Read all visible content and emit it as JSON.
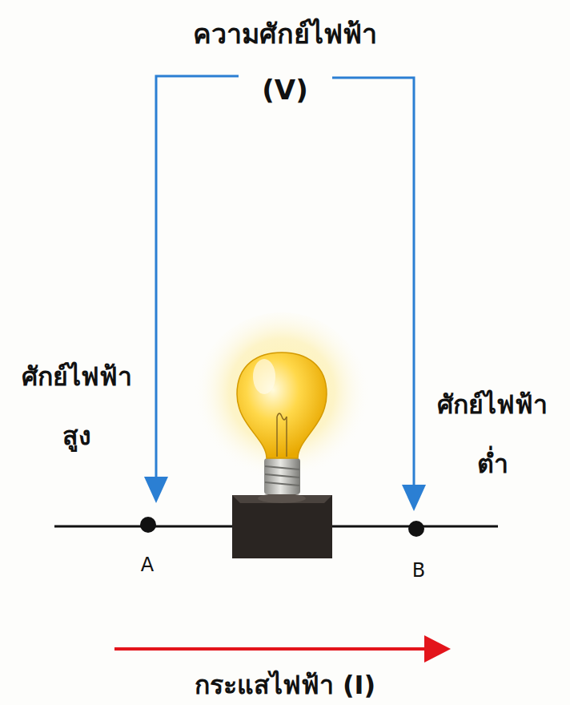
{
  "diagram": {
    "labels": [
      "ความศักย์ไฟฟ้า (V)",
      "ศักย์ไฟฟ้า สูง",
      "ศักย์ไฟฟ้า ต่ำ",
      "A",
      "B",
      "กระแสไฟฟ้า (I)"
    ]
  }
}
